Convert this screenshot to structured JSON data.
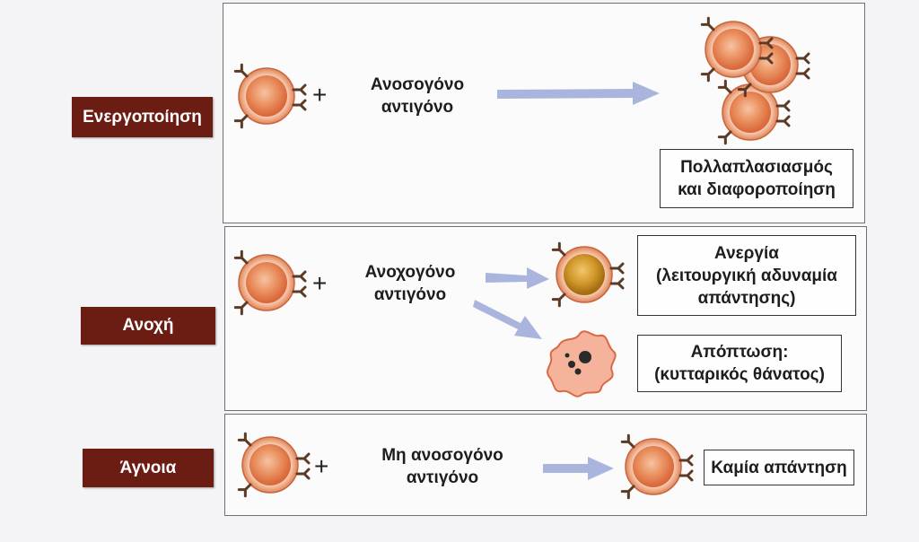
{
  "rows": [
    {
      "label": "Ενεργοποίηση",
      "plus": "+",
      "antigen": [
        "Ανοσογόνο",
        "αντιγόνο"
      ],
      "results": [
        {
          "lines": [
            "Πολλαπλασιασμός",
            "και διαφοροποίηση"
          ]
        }
      ]
    },
    {
      "label": "Ανοχή",
      "plus": "+",
      "antigen": [
        "Ανοχογόνο",
        "αντιγόνο"
      ],
      "results": [
        {
          "lines": [
            "Ανεργία",
            "(λειτουργική αδυναμία",
            "απάντησης)"
          ]
        },
        {
          "lines": [
            "Απόπτωση:",
            "(κυτταρικός θάνατος)"
          ]
        }
      ]
    },
    {
      "label": "Άγνοια",
      "plus": "+",
      "antigen": [
        "Μη ανοσογόνο",
        "αντιγόνο"
      ],
      "results": [
        {
          "lines": [
            "Καμία απάντηση"
          ]
        }
      ]
    }
  ],
  "colors": {
    "label_bg": "#6b1d14",
    "cell_outer": "#f0a57c",
    "cell_core": "#e67f51",
    "anergic_core": "#c98a1e",
    "arrow": "#aab5de",
    "receptor": "#5c3a26",
    "apoptotic": "#f4b39a"
  },
  "icons": [
    "t-cell-icon",
    "arrow-icon",
    "anergic-cell-icon",
    "apoptotic-cell-icon",
    "proliferating-cells-icon"
  ]
}
